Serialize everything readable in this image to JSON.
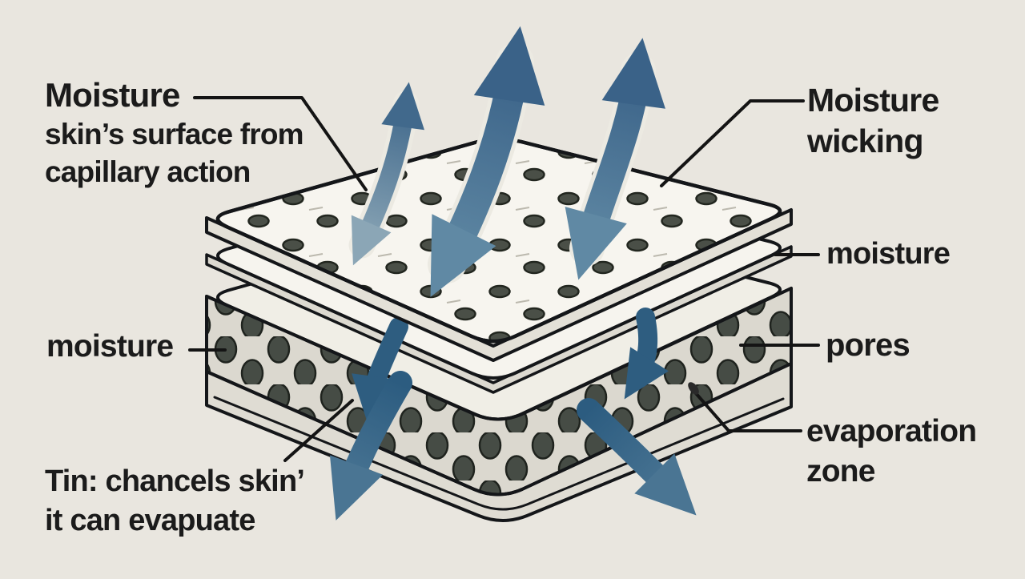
{
  "page": {
    "background": "#e9e6df",
    "description": "layered moisture-wicking fabric cross-section illustration"
  },
  "colors": {
    "text": "#1b1b1b",
    "outline": "#141619",
    "layer_fill": "#f7f5ef",
    "layer_shade": "#dcd9d0",
    "pore_dark": "#474d46",
    "arrow_blue": "#3a6288",
    "arrow_blue_light": "#8ba6b6",
    "arrow_blue_mid": "#6089a4",
    "arrow_blue_dark": "#2e5d80",
    "arrow_slate": "#4a7593"
  },
  "labels": {
    "moisture_capillary": {
      "line1": "Moisture",
      "line2": "skin’s surface from",
      "line3": "capillary action"
    },
    "moisture_wicking": {
      "line1": "Moisture",
      "line2": "wicking"
    },
    "moisture_right": "moisture",
    "pores": "pores",
    "evaporation_zone": {
      "line1": "evaporation",
      "line2": "zone"
    },
    "moisture_left": "moisture",
    "skin_channels": {
      "line1": "Tin: chancels skin’",
      "line2": "it can evapuate"
    }
  },
  "icons": [
    "moisture-up-arrow-left",
    "moisture-up-arrow-center",
    "moisture-up-arrow-right",
    "wick-down-arrow-mid-left",
    "wick-down-arrow-mid-right",
    "evaporation-arrow-bottom-left",
    "evaporation-arrow-bottom-right"
  ],
  "layers": [
    "perforated-top-sheet",
    "thin-wicking-sheet",
    "porous-layer",
    "base-layer"
  ]
}
